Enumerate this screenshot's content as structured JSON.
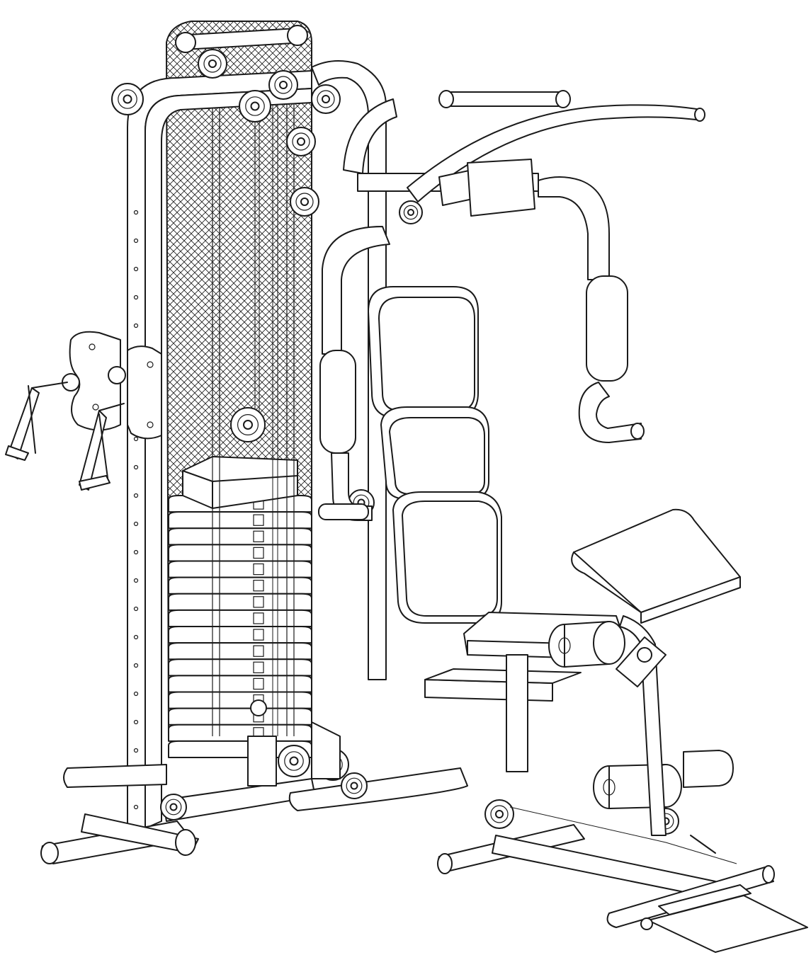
{
  "figure": {
    "subject": "home-gym-machine",
    "style": "black line art on white",
    "colors": {
      "line": "#1a1a1a",
      "background": "#ffffff",
      "mesh_shield": "#1a1a1a"
    },
    "weight_stack": {
      "plate_count": 16
    }
  }
}
